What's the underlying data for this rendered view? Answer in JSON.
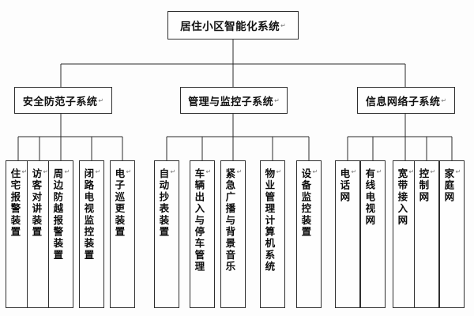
{
  "diagram": {
    "title": "居住小区智能化系统",
    "paragraph_mark": "↵",
    "colors": {
      "background": "#fdfdfd",
      "box_fill": "#fefefe",
      "box_border": "#2e2e2e",
      "connector": "#2a2a2a",
      "text": "#111111"
    },
    "root": {
      "label": "居住小区智能化系统"
    },
    "branches": [
      {
        "label": "安全防范子系统",
        "children": [
          {
            "label": "住宅报警装置"
          },
          {
            "label": "访客对讲装置"
          },
          {
            "label": "周边防越报警装置"
          },
          {
            "label": "闭路电视监控装置"
          },
          {
            "label": "电子巡更装置"
          }
        ]
      },
      {
        "label": "管理与监控子系统",
        "children": [
          {
            "label": "自动抄表装置"
          },
          {
            "label": "车辆出入与停车管理"
          },
          {
            "label": "紧急广播与背景音乐"
          },
          {
            "label": "物业管理计算机系统"
          },
          {
            "label": "设备监控装置"
          }
        ]
      },
      {
        "label": "信息网络子系统",
        "children": [
          {
            "label": "电话网"
          },
          {
            "label": "有线电视网"
          },
          {
            "label": "宽带接入网"
          },
          {
            "label": "控制网"
          },
          {
            "label": "家庭网"
          }
        ]
      }
    ]
  }
}
